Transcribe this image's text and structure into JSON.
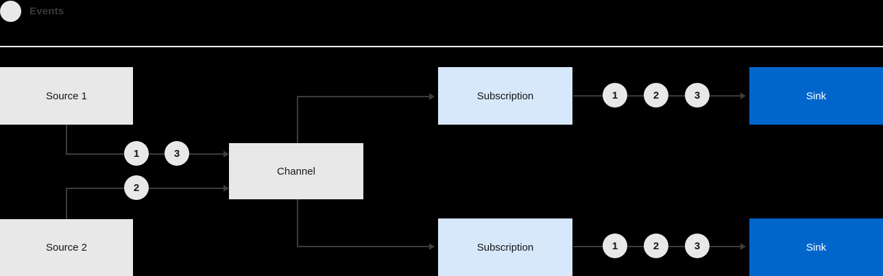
{
  "legend": {
    "icon": "event-dot-icon",
    "label": "Events"
  },
  "nodes": {
    "source1": "Source 1",
    "source2": "Source 2",
    "channel": "Channel",
    "subscription_top": "Subscription",
    "subscription_bottom": "Subscription",
    "sink_top": "Sink",
    "sink_bottom": "Sink"
  },
  "events": {
    "source1_out": [
      "1",
      "3"
    ],
    "source2_out": [
      "2"
    ],
    "subscription_top_out": [
      "1",
      "2",
      "3"
    ],
    "subscription_bottom_out": [
      "1",
      "2",
      "3"
    ]
  },
  "colors": {
    "background": "#000000",
    "box_gray": "#e8e8e8",
    "box_blue_light": "#d7e8fa",
    "box_blue": "#0066cc",
    "line": "#3d3d3d",
    "legend_text": "#3a3a3a",
    "divider": "#ffffff"
  }
}
